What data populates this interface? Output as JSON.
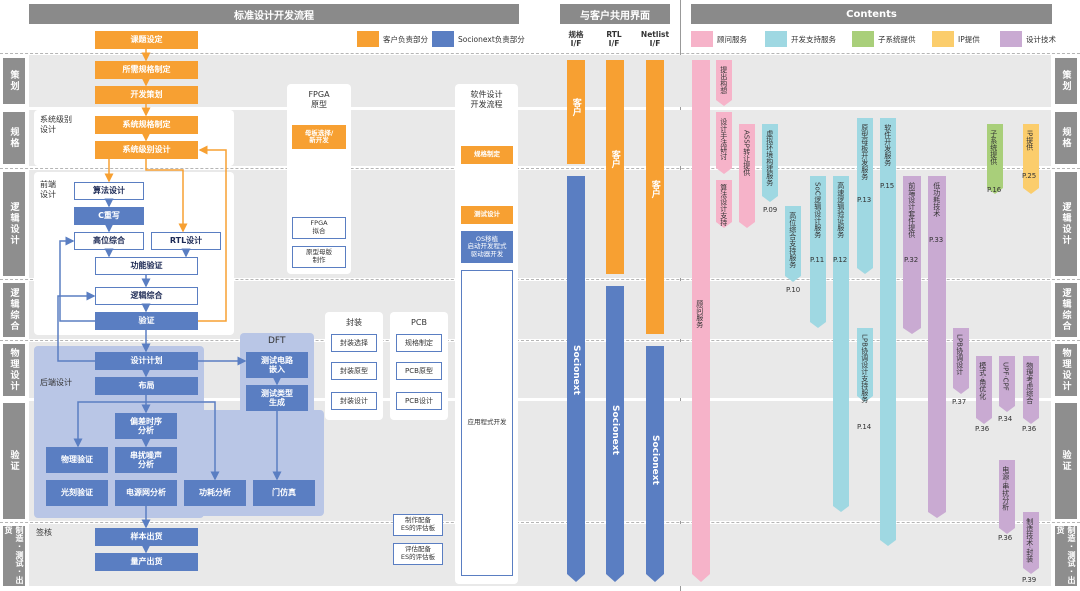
{
  "headers": {
    "flow": "标准设计开发流程",
    "shared": "与客户共用界面",
    "contents": "Contents"
  },
  "legend_left": {
    "customer": "客户负责部分",
    "socionext": "Socionext负责部分"
  },
  "legend_contents": [
    {
      "label": "顾问服务",
      "color": "#f6b3c9"
    },
    {
      "label": "开发支持服务",
      "color": "#9fd8e2"
    },
    {
      "label": "子系统提供",
      "color": "#a9cf7a"
    },
    {
      "label": "IP提供",
      "color": "#fbcd6c"
    },
    {
      "label": "设计技术",
      "color": "#c9aad2"
    }
  ],
  "interfaces": [
    "规格\nI/F",
    "RTL\nI/F",
    "Netlist\nI/F"
  ],
  "side_labels_left": [
    "策划",
    "规格",
    "逻辑设计",
    "逻辑综合",
    "物理设计",
    "验证",
    "制造·测试·出货"
  ],
  "side_labels_right": [
    "策划",
    "规格",
    "逻辑设计",
    "逻辑综合",
    "物理设计",
    "验证",
    "制造·测试·出货"
  ],
  "flow": {
    "topic": "课题设定",
    "spec": "所需规格制定",
    "plan": "开发策划",
    "sys_group": "系统级别\n设计",
    "sys_spec": "系统规格制定",
    "sys_design": "系统级别设计",
    "front_group": "前端\n设计",
    "algo": "算法设计",
    "c": "C重写",
    "hls": "高位综合",
    "rtl": "RTL设计",
    "func": "功能验证",
    "synth": "逻辑综合",
    "verify": "验证",
    "back_group": "后端设计",
    "dplan": "设计计划",
    "layout": "布局",
    "skew": "偏差时序\n分析",
    "phys": "物理验证",
    "noise": "串扰噪声\n分析",
    "litho": "光刻验证",
    "power": "电源网分析",
    "pwr": "功耗分析",
    "gate": "门仿真",
    "signoff": "签核",
    "sample": "样本出货",
    "mass": "量产出货",
    "dft": "DFT",
    "dft1": "测试电路\n嵌入",
    "dft2": "测试类型\n生成"
  },
  "fpga": {
    "title": "FPGA\n原型",
    "b1": "母板选择/\n新开发",
    "b2": "FPGA\n拟合",
    "b3": "原型母版\n制作"
  },
  "package": {
    "title": "封装",
    "items": [
      "封装选择",
      "封装原型",
      "封装设计"
    ]
  },
  "pcb": {
    "title": "PCB",
    "items": [
      "规格制定",
      "PCB原型",
      "PCB设计"
    ]
  },
  "boards": [
    "制作配备\nES的评估板",
    "评估配备\nES的评估板"
  ],
  "software": {
    "title": "软件设计\n开发流程",
    "b1": "规格制定",
    "b2": "测试设计",
    "b3": "OS移植\n启动开发程式\n驱动器开发",
    "b4": "应用程式开发"
  },
  "customer_label": "客户",
  "socionext_label": "Socionext",
  "contents_items": [
    {
      "label": "提出构想",
      "page": ""
    },
    {
      "label": "设计手法研讨",
      "page": ""
    },
    {
      "label": "算法设计支持",
      "page": ""
    },
    {
      "label": "顾问服务",
      "page": ""
    },
    {
      "label": "ASSP转让提供",
      "page": ""
    },
    {
      "label": "虚拟环境构建服务",
      "page": "P.09"
    },
    {
      "label": "高位综合支持服务",
      "page": "P.10"
    },
    {
      "label": "SoC逻辑设计服务",
      "page": "P.11"
    },
    {
      "label": "高速逻辑验证服务",
      "page": "P.12"
    },
    {
      "label": "原型母板开发服务",
      "page": "P.13"
    },
    {
      "label": "软件开发服务",
      "page": "P.15"
    },
    {
      "label": "LPB协调设计支持服务",
      "page": "P.14"
    },
    {
      "label": "前端设计套件提供",
      "page": "P.32"
    },
    {
      "label": "低功耗技术",
      "page": "P.33"
    },
    {
      "label": "LPB协调设计",
      "page": "P.37"
    },
    {
      "label": "模式·角优化",
      "page": "P.36"
    },
    {
      "label": "UPF·CPF",
      "page": "P.34"
    },
    {
      "label": "物理考虑综合",
      "page": "P.36"
    },
    {
      "label": "电源·串扰分析",
      "page": "P.36"
    },
    {
      "label": "制造技术·封装",
      "page": "P.39"
    },
    {
      "label": "子系统提供",
      "page": "P.16"
    },
    {
      "label": "IP提供",
      "page": "P.25"
    }
  ]
}
